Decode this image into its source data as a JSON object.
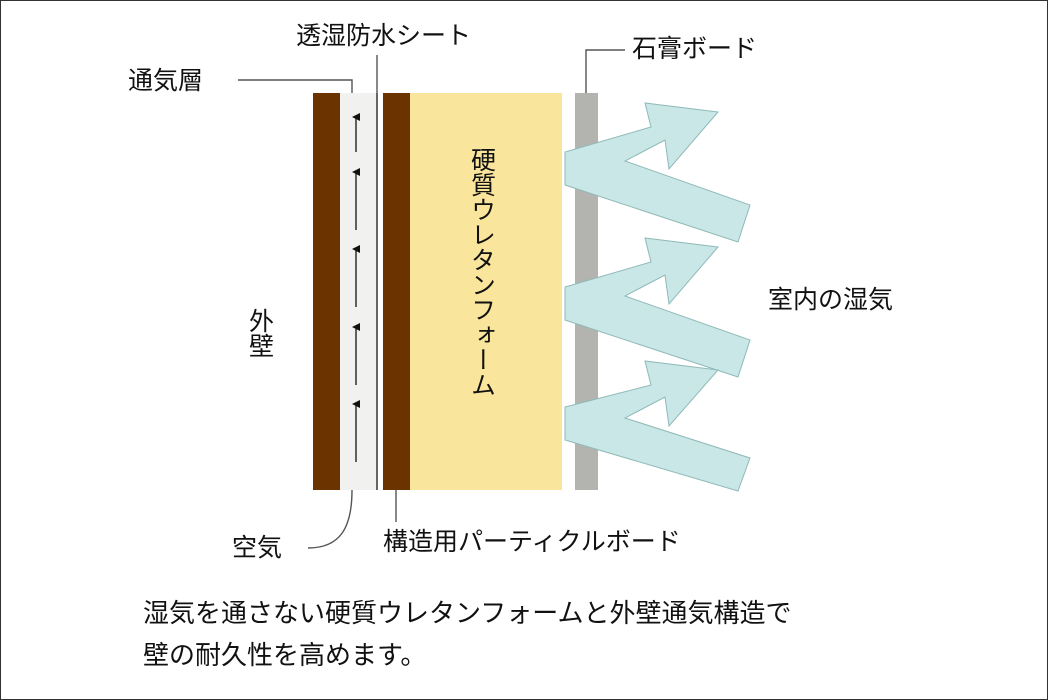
{
  "labels": {
    "membrane": "透湿防水シート",
    "air_layer": "通気層",
    "gypsum": "石膏ボード",
    "exterior": "外壁",
    "urethane": "硬質ウレタンフォーム",
    "indoor": "室内の湿気",
    "air": "空気",
    "osb": "構造用パーティクルボード"
  },
  "caption": {
    "line1": "湿気を通さない硬質ウレタンフォームと外壁通気構造で",
    "line2": "壁の耐久性を高めます。"
  },
  "colors": {
    "exterior_wall": "#6b3300",
    "air_layer": "#f1f1ef",
    "structural_board": "#6b3300",
    "urethane_foam": "#f9e59b",
    "gypsum_board": "#b3b3b0",
    "moisture_arrow": "#c9e7e6",
    "moisture_arrow_stroke": "#8fb9b8"
  }
}
